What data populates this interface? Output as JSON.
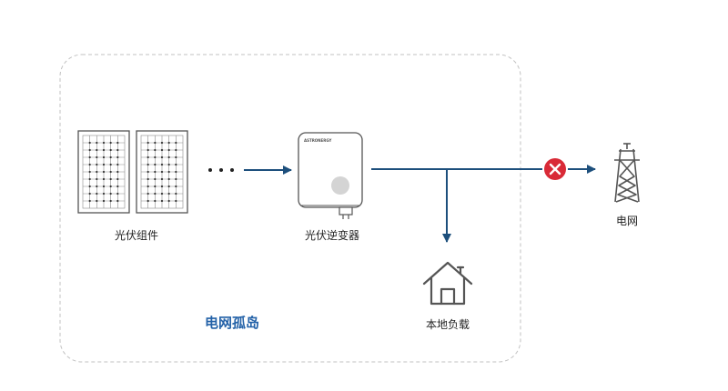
{
  "colors": {
    "arrow": "#1d4f7c",
    "island_label": "#2462a8",
    "border": "#c2c2c2",
    "icon_stroke": "#555555",
    "inverter_knob": "#d4d4d4",
    "error_badge": "#d92a37"
  },
  "panels": {
    "label": "光伏组件"
  },
  "inverter": {
    "label": "光伏逆变器",
    "brand": "ASTRONERGY"
  },
  "load": {
    "label": "本地负载"
  },
  "grid": {
    "label": "电网"
  },
  "island": {
    "label": "电网孤岛"
  },
  "icons": {
    "panel": "solar-panel-icon",
    "inverter": "inverter-icon",
    "load": "house-icon",
    "grid": "transmission-tower-icon",
    "disconnect": "close-icon"
  }
}
